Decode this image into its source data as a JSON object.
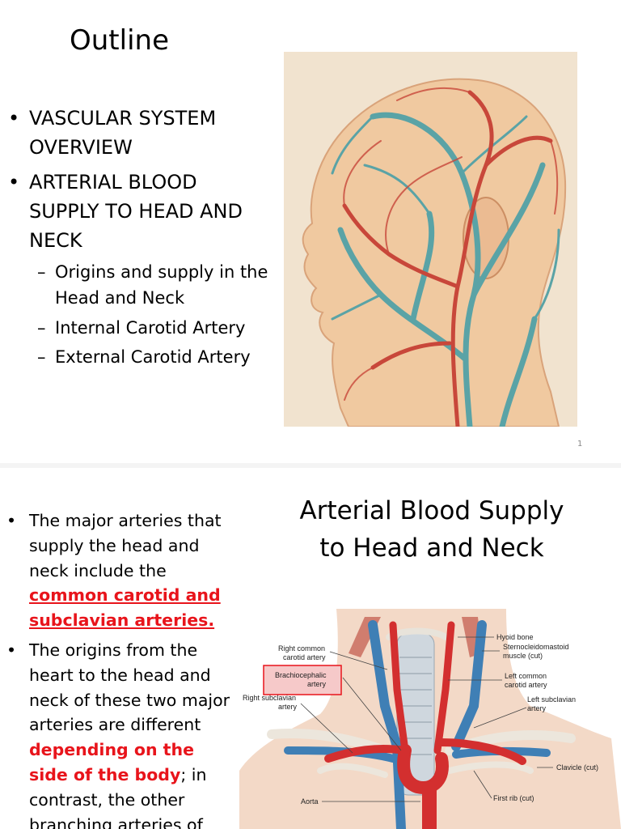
{
  "slide1": {
    "title": "Outline",
    "bullets": [
      {
        "text": "VASCULAR SYSTEM OVERVIEW"
      },
      {
        "text": "ARTERIAL BLOOD SUPPLY TO HEAD AND NECK"
      }
    ],
    "sub_bullets": [
      "Origins and supply in the Head and Neck",
      "Internal Carotid Artery",
      "External Carotid Artery"
    ],
    "page_number": "1",
    "image_alt": "head-vascular-illustration"
  },
  "slide2": {
    "title_line1": "Arterial Blood Supply",
    "title_line2": "to Head and Neck",
    "bullet1": {
      "text": "The major arteries that supply the head and neck include the ",
      "highlight": "common carotid and subclavian arteries. "
    },
    "bullet2": {
      "text_a": "The origins from the heart to the head and neck of these two major arteries are different ",
      "highlight": "depending on the side of the body",
      "text_b": "; in contrast, the other branching arteries of"
    },
    "diagram_labels": {
      "hyoid": "Hyoid bone",
      "scm1": "Sternocleidomastoid",
      "scm2": "muscle (cut)",
      "rcc1": "Right common",
      "rcc2": "carotid artery",
      "brachio1": "Brachiocephalic",
      "brachio2": "artery",
      "lcc1": "Left common",
      "lcc2": "carotid artery",
      "rsub1": "Right subclavian",
      "rsub2": "artery",
      "lsub1": "Left subclavian",
      "lsub2": "artery",
      "clavicle": "Clavicle (cut)",
      "aorta": "Aorta",
      "firstrib": "First rib (cut)"
    }
  },
  "colors": {
    "highlight_red": "#e8141b",
    "artery_red": "#d32f2f",
    "vein_blue": "#3f7fb5"
  }
}
